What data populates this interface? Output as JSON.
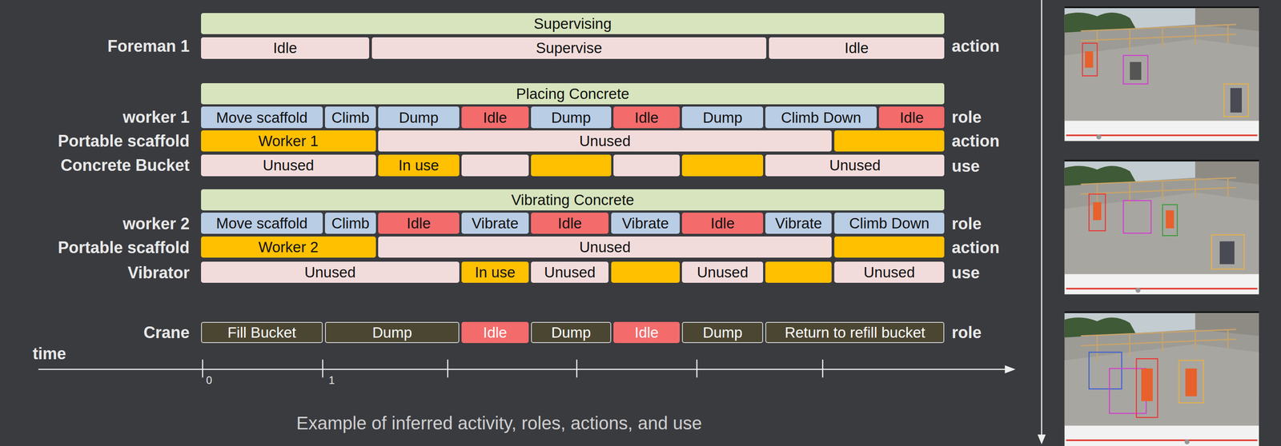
{
  "diagram": {
    "caption": "Example of inferred activity, roles, actions, and use",
    "nodes": [
      {
        "text": [
          "Supervising"
        ]
      },
      {
        "text": [
          "Idle"
        ]
      },
      {
        "text": [
          "Supervise"
        ]
      },
      {
        "text": [
          "Idle"
        ]
      },
      {
        "text": [
          "Placing Concrete"
        ]
      },
      {
        "text": [
          "Move scaffold"
        ]
      },
      {
        "text": [
          "Climb"
        ]
      },
      {
        "text": [
          "Dump"
        ]
      },
      {
        "text": [
          "Idle"
        ]
      },
      {
        "text": [
          "Dump"
        ]
      },
      {
        "text": [
          "Idle"
        ]
      },
      {
        "text": [
          "Dump"
        ]
      },
      {
        "text": [
          "Climb Down"
        ]
      },
      {
        "text": [
          "Idle"
        ]
      },
      {
        "text": [
          "Worker 1"
        ]
      },
      {
        "text": [
          "Unused"
        ]
      },
      {
        "text": [
          "Unused"
        ]
      },
      {
        "text": [
          "In use"
        ]
      },
      {
        "text": [
          "Unused"
        ]
      },
      {
        "text": [
          "Vibrating Concrete"
        ]
      },
      {
        "text": [
          "Move scaffold"
        ]
      },
      {
        "text": [
          "Climb"
        ]
      },
      {
        "text": [
          "Idle"
        ]
      },
      {
        "text": [
          "Vibrate"
        ]
      },
      {
        "text": [
          "Idle"
        ]
      },
      {
        "text": [
          "Vibrate"
        ]
      },
      {
        "text": [
          "Idle"
        ]
      },
      {
        "text": [
          "Vibrate"
        ]
      },
      {
        "text": [
          "Climb Down"
        ]
      },
      {
        "text": [
          "Worker 2"
        ]
      },
      {
        "text": [
          "Unused"
        ]
      },
      {
        "text": [
          "Unused"
        ]
      },
      {
        "text": [
          "In use"
        ]
      },
      {
        "text": [
          "Unused"
        ]
      },
      {
        "text": [
          "Unused"
        ]
      },
      {
        "text": [
          "Unused"
        ]
      },
      {
        "text": [
          "Fill Bucket"
        ]
      },
      {
        "text": [
          "Dump"
        ]
      },
      {
        "text": [
          "Idle"
        ]
      },
      {
        "text": [
          "Dump"
        ]
      },
      {
        "text": [
          "Idle"
        ]
      },
      {
        "text": [
          "Dump"
        ]
      },
      {
        "text": [
          "Return to refill bucket"
        ]
      }
    ],
    "labels": [
      "Foreman 1",
      "action",
      "worker 1",
      "role",
      "Portable scaffold",
      "action",
      "Concrete Bucket",
      "use",
      "worker 2",
      "role",
      "Portable scaffold",
      "action",
      "Vibrator",
      "use",
      "Crane",
      "role",
      "time",
      "0",
      "1"
    ]
  }
}
